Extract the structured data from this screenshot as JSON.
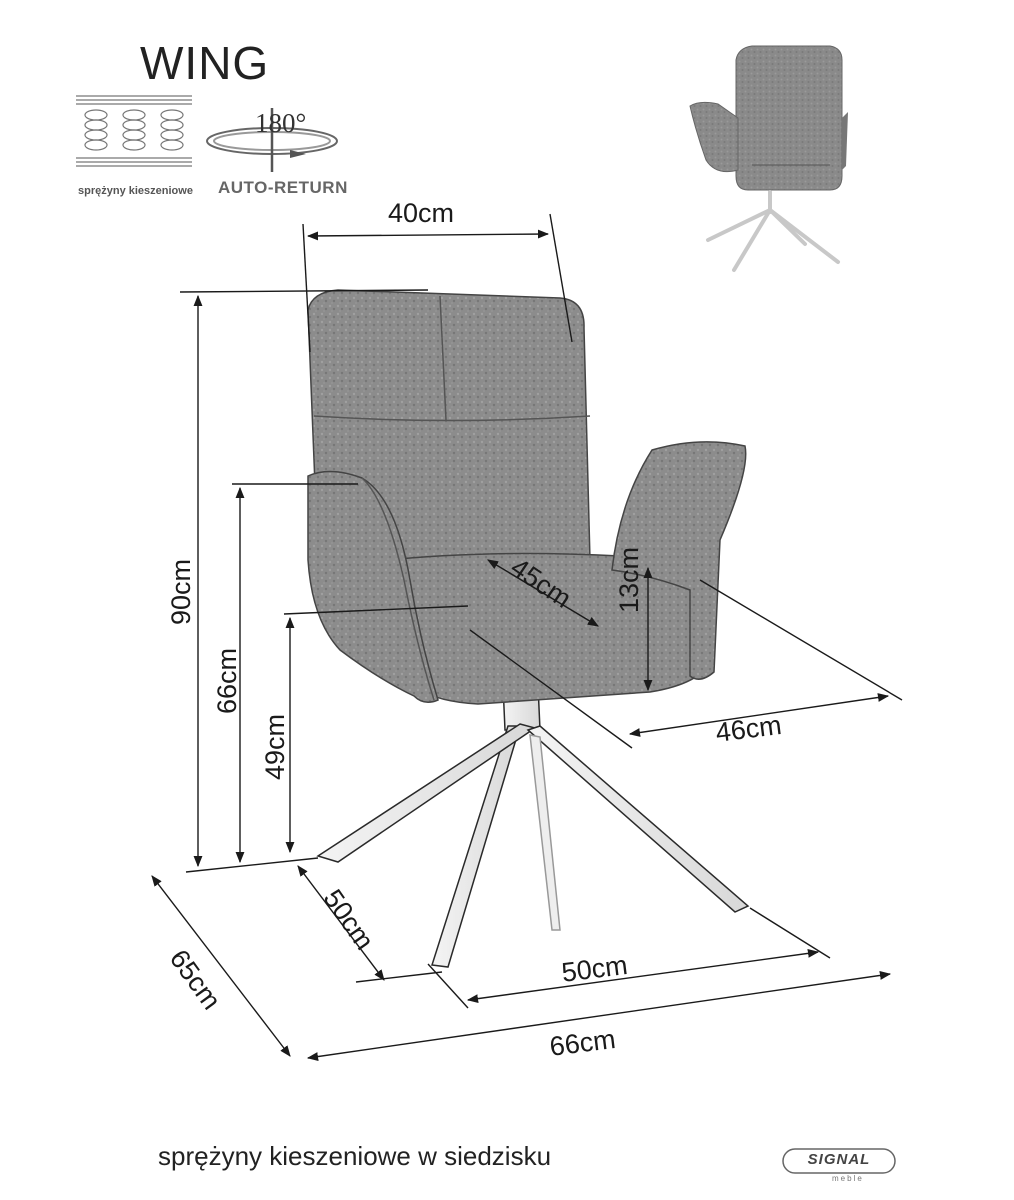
{
  "title": "WING",
  "features": {
    "springs_caption": "sprężyny kieszeniowe",
    "rotation_label": "180°",
    "auto_return_label": "AUTO-RETURN"
  },
  "dimensions": {
    "back_width": "40cm",
    "total_height": "90cm",
    "armrest_height": "66cm",
    "seat_height": "49cm",
    "seat_depth": "45cm",
    "armrest_above_seat": "13cm",
    "seat_width": "46cm",
    "base_depth": "50cm",
    "base_width": "50cm",
    "total_depth": "65cm",
    "total_width": "66cm"
  },
  "footer": {
    "note": "sprężyny kieszeniowe w siedzisku",
    "brand": "SIGNAL",
    "brand_sub": "meble"
  },
  "colors": {
    "fabric": "#8c8c8c",
    "fabric_dark": "#6e6e6e",
    "line": "#1a1a1a"
  }
}
